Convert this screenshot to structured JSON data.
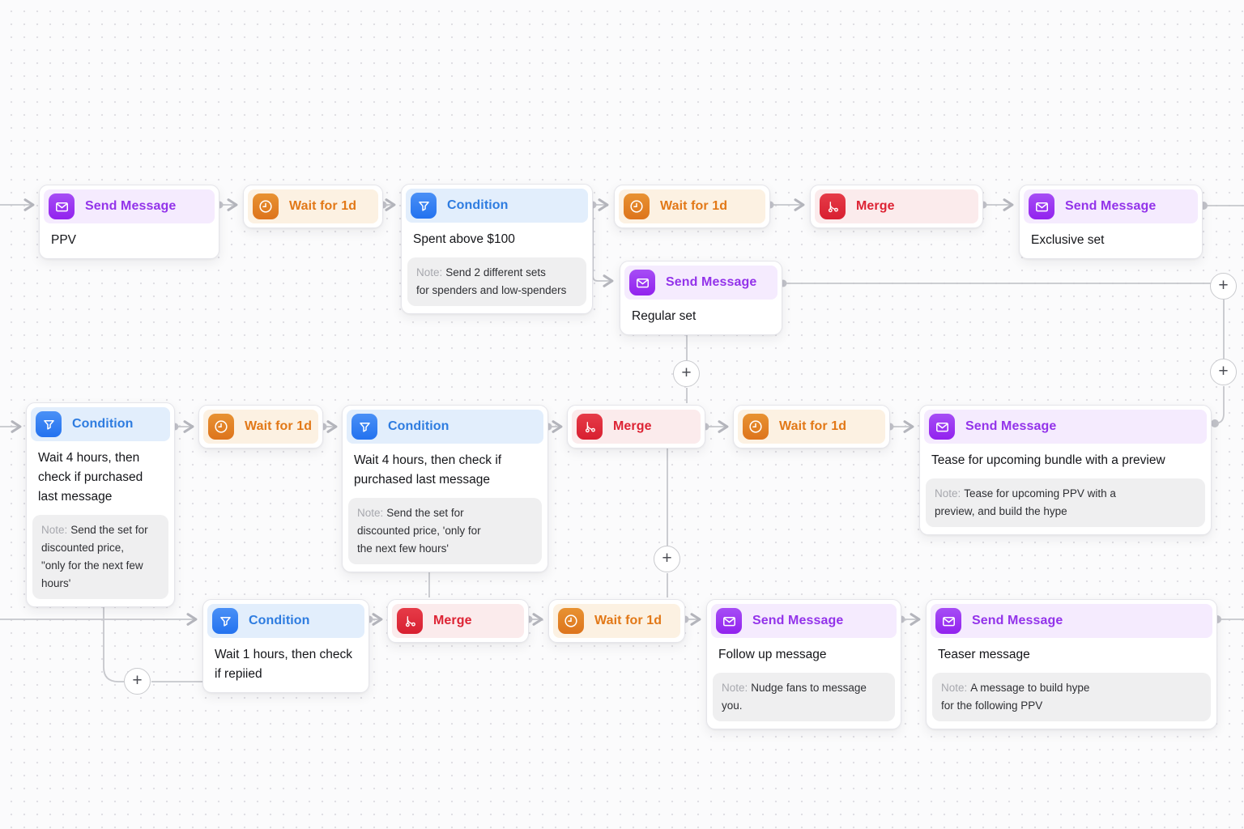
{
  "app": {
    "view": "workflow-canvas"
  },
  "colors": {
    "send_message": {
      "icon_bg": "#9a2ff0",
      "label": "#9333ea",
      "header_bg": "#f5ebfe"
    },
    "wait": {
      "icon_bg": "#e2811f",
      "label": "#e27817",
      "header_bg": "#fcf1e2"
    },
    "condition": {
      "icon_bg": "#2f82f4",
      "label": "#2e7ce0",
      "header_bg": "#e2eefc"
    },
    "merge": {
      "icon_bg": "#e02639",
      "label": "#dd2334",
      "header_bg": "#fbebec"
    },
    "note_bg": "#efeff0",
    "edge": "#c6c7cc"
  },
  "icons": {
    "send_message": "mail-icon",
    "wait": "clock-icon",
    "condition": "filter-icon",
    "merge": "merge-icon",
    "add": "plus-icon"
  },
  "labels": {
    "note_prefix": "Note:",
    "plus": "+"
  },
  "nodes": [
    {
      "type": "send-message",
      "type_label": "Send Message",
      "title": "PPV"
    },
    {
      "type": "wait",
      "type_label": "Wait for 1d"
    },
    {
      "type": "condition",
      "type_label": "Condition",
      "title": "Spent above $100",
      "note": "Send 2 different sets\nfor spenders and low-spenders"
    },
    {
      "type": "wait",
      "type_label": "Wait for 1d"
    },
    {
      "type": "merge",
      "type_label": "Merge"
    },
    {
      "type": "send-message",
      "type_label": "Send Message",
      "title": "Exclusive set"
    },
    {
      "type": "send-message",
      "type_label": "Send Message",
      "title": "Regular set"
    },
    {
      "type": "condition",
      "type_label": "Condition",
      "title": "Wait 4 hours, then\ncheck if purchased\nlast message",
      "note": "Send the set for\ndiscounted price,\n\"only for the next few\nhours'"
    },
    {
      "type": "wait",
      "type_label": "Wait for 1d"
    },
    {
      "type": "condition",
      "type_label": "Condition",
      "title": "Wait 4 hours, then check if\npurchased last message",
      "note": "Send the set for\ndiscounted price, 'only for\nthe next few hours'"
    },
    {
      "type": "merge",
      "type_label": "Merge"
    },
    {
      "type": "wait",
      "type_label": "Wait for 1d"
    },
    {
      "type": "send-message",
      "type_label": "Send Message",
      "title": "Tease for upcoming bundle with a preview",
      "note": "Tease for upcoming PPV with a\npreview, and build the hype"
    },
    {
      "type": "condition",
      "type_label": "Condition",
      "title": "Wait 1 hours, then check\nif repiied"
    },
    {
      "type": "merge",
      "type_label": "Merge"
    },
    {
      "type": "wait",
      "type_label": "Wait for 1d"
    },
    {
      "type": "send-message",
      "type_label": "Send Message",
      "title": "Follow up message",
      "note": "Nudge fans to message you."
    },
    {
      "type": "send-message",
      "type_label": "Send Message",
      "title": "Teaser message",
      "note": "A message to build hype\nfor the following PPV"
    }
  ]
}
